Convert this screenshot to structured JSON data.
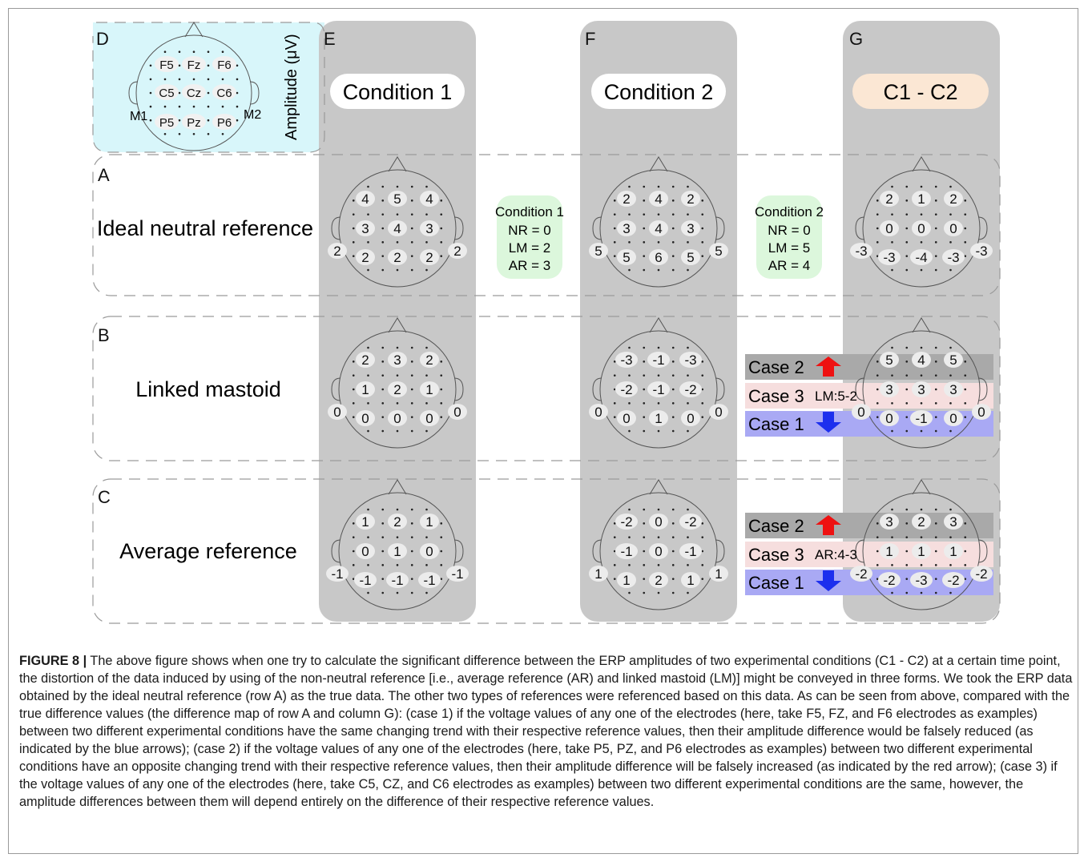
{
  "panels": {
    "D": "D",
    "E": "E",
    "F": "F",
    "G": "G",
    "A": "A",
    "B": "B",
    "C": "C"
  },
  "legend_head": {
    "electrodes": [
      "F5",
      "Fz",
      "F6",
      "C5",
      "Cz",
      "C6",
      "P5",
      "Pz",
      "P6"
    ],
    "left_mastoid": "M1",
    "right_mastoid": "M2",
    "amplitude_label": "Amplitude (μV)"
  },
  "columns": {
    "condition1": "Condition 1",
    "condition2": "Condition 2",
    "difference": "C1 - C2"
  },
  "rows": {
    "A": "Ideal neutral reference",
    "B": "Linked mastoid",
    "C": "Average reference"
  },
  "heads": {
    "A": {
      "E": {
        "cells": [
          "4",
          "5",
          "4",
          "3",
          "4",
          "3",
          "2",
          "2",
          "2"
        ],
        "left": "2",
        "right": "2"
      },
      "F": {
        "cells": [
          "2",
          "4",
          "2",
          "3",
          "4",
          "3",
          "5",
          "6",
          "5"
        ],
        "left": "5",
        "right": "5"
      },
      "G": {
        "cells": [
          "2",
          "1",
          "2",
          "0",
          "0",
          "0",
          "-3",
          "-4",
          "-3"
        ],
        "left": "-3",
        "right": "-3"
      }
    },
    "B": {
      "E": {
        "cells": [
          "2",
          "3",
          "2",
          "1",
          "2",
          "1",
          "0",
          "0",
          "0"
        ],
        "left": "0",
        "right": "0"
      },
      "F": {
        "cells": [
          "-3",
          "-1",
          "-3",
          "-2",
          "-1",
          "-2",
          "0",
          "1",
          "0"
        ],
        "left": "0",
        "right": "0"
      },
      "G": {
        "cells": [
          "5",
          "4",
          "5",
          "3",
          "3",
          "3",
          "0",
          "-1",
          "0"
        ],
        "left": "0",
        "right": "0"
      }
    },
    "C": {
      "E": {
        "cells": [
          "1",
          "2",
          "1",
          "0",
          "1",
          "0",
          "-1",
          "-1",
          "-1"
        ],
        "left": "-1",
        "right": "-1"
      },
      "F": {
        "cells": [
          "-2",
          "0",
          "-2",
          "-1",
          "0",
          "-1",
          "1",
          "2",
          "1"
        ],
        "left": "1",
        "right": "1"
      },
      "G": {
        "cells": [
          "3",
          "2",
          "3",
          "1",
          "1",
          "1",
          "-2",
          "-3",
          "-2"
        ],
        "left": "-2",
        "right": "-2"
      }
    }
  },
  "notes": {
    "condition1": {
      "title": "Condition 1",
      "lines": [
        "NR = 0",
        "LM = 2",
        "AR = 3"
      ]
    },
    "condition2": {
      "title": "Condition 2",
      "lines": [
        "NR = 0",
        "LM = 5",
        "AR = 4"
      ]
    }
  },
  "cases": {
    "B": {
      "case2": "Case 2",
      "case3": "Case 3",
      "case3_note": "LM:5-2",
      "case1": "Case 1"
    },
    "C": {
      "case2": "Case 2",
      "case3": "Case 3",
      "case3_note": "AR:4-3",
      "case1": "Case 1"
    }
  },
  "colors": {
    "column_bg": "#c8c8c8",
    "legend_bg": "#d8f6fa",
    "note_bg": "#dcf7dc",
    "diff_pill": "#fbe7d4",
    "case2_band": "#a9a9a9",
    "case3_band": "#f6dede",
    "case1_band": "#a9a9f4",
    "arrow_up": "#ee1111",
    "arrow_down": "#1c2fee"
  },
  "caption": {
    "label": "FIGURE 8 |",
    "text": " The above figure shows when one try to calculate the significant difference between the ERP amplitudes of two experimental conditions (C1 - C2) at a certain time point, the distortion of the data induced by using of the non-neutral reference [i.e., average reference (AR) and linked mastoid (LM)] might be conveyed in three forms. We took the ERP data obtained by the ideal neutral reference (row A) as the true data. The other two types of references were referenced based on this data. As can be seen from above, compared with the true difference values (the difference map of row A and column G): (case 1) if the voltage values of any one of the electrodes (here, take F5, FZ, and F6 electrodes as examples) between two different experimental conditions have the same changing trend with their respective reference values, then their amplitude difference would be falsely reduced (as indicated by the blue arrows); (case 2) if the voltage values of any one of the electrodes (here, take P5, PZ, and P6 electrodes as examples) between two different experimental conditions have an opposite changing trend with their respective reference values, then their amplitude difference will be falsely increased (as indicated by the red arrow); (case 3) if the voltage values of any one of the electrodes (here, take C5, CZ, and C6 electrodes as examples) between two different experimental conditions are the same, however, the amplitude differences between them will depend entirely on the difference of their respective reference values."
  }
}
